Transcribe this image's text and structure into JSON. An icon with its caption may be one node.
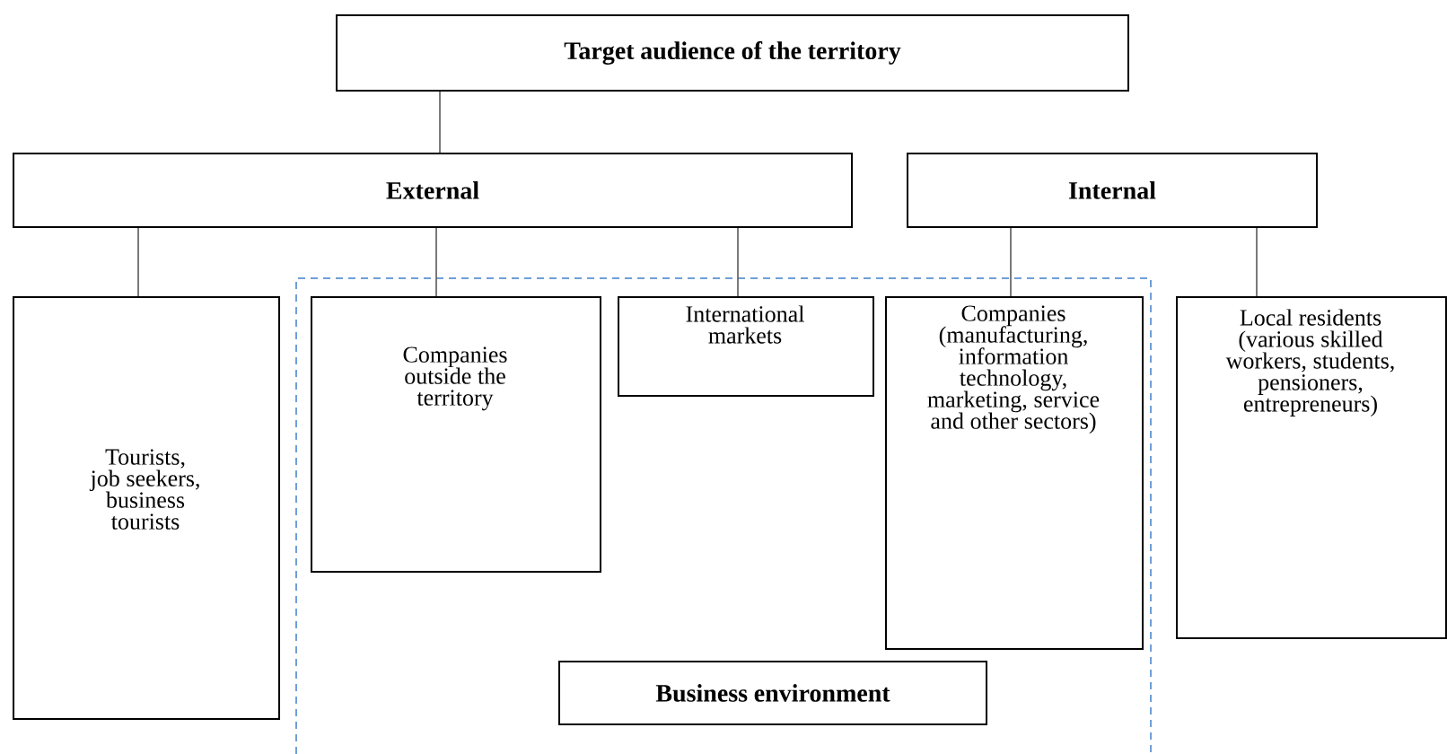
{
  "diagram": {
    "nodes": [
      {
        "text": [
          "Target audience of the territory"
        ]
      },
      {
        "text": [
          "External"
        ]
      },
      {
        "text": [
          "Internal"
        ]
      },
      {
        "text": [],
        "shape": "box"
      },
      {
        "text": [
          "Tourists, job seekers, business tourists"
        ]
      },
      {
        "text": [
          "Companies outside the territory"
        ],
        "in": 3
      },
      {
        "text": [
          "International markets"
        ],
        "in": 3
      },
      {
        "text": [
          "Companies (manufacturing, information technology, marketing, service and other sectors)"
        ],
        "in": 3
      },
      {
        "text": [
          "Local residents (various skilled workers, students, pensioners, entrepreneurs)"
        ]
      },
      {
        "text": [
          "Business environment"
        ],
        "in": 3
      }
    ],
    "edges": [
      {
        "from": 0,
        "to": 1,
        "arrow": "none"
      },
      {
        "from": 1,
        "to": 4,
        "arrow": "none"
      },
      {
        "from": 1,
        "to": 5,
        "arrow": "none"
      },
      {
        "from": 1,
        "to": 6,
        "arrow": "none"
      },
      {
        "from": 2,
        "to": 7,
        "arrow": "none"
      },
      {
        "from": 2,
        "to": 8,
        "arrow": "none"
      }
    ]
  }
}
